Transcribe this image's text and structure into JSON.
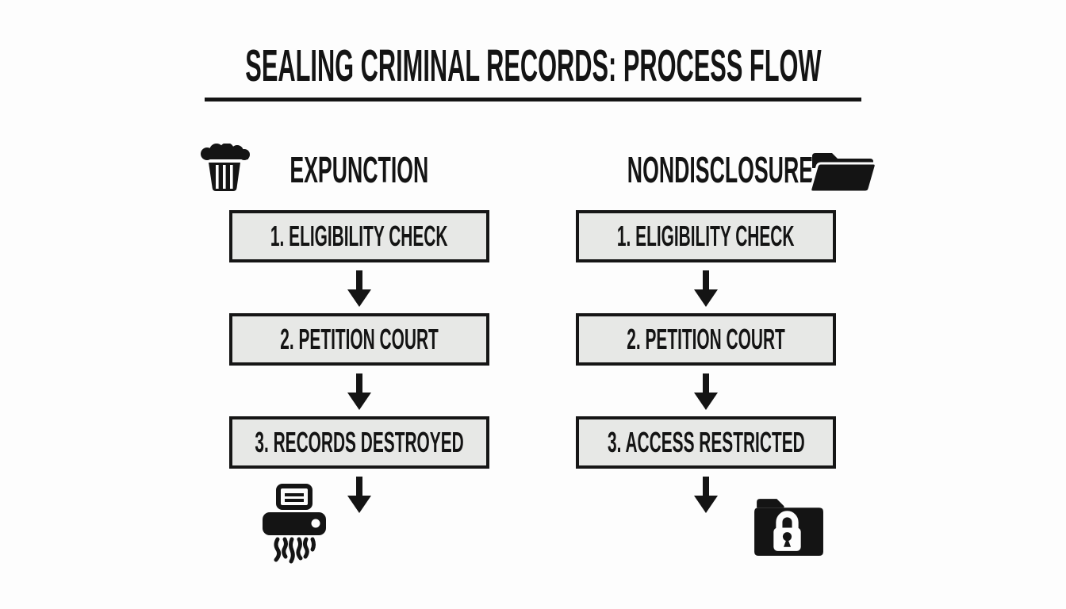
{
  "title": "SEALING CRIMINAL RECORDS: PROCESS FLOW",
  "colors": {
    "background": "#fdfdfd",
    "ink": "#141414",
    "box_fill": "#e7e8e6",
    "box_border": "#161616"
  },
  "columns": [
    {
      "label": "EXPUNCTION",
      "header_icon": "paper-wastebasket-icon",
      "steps": [
        "1. ELIGIBILITY CHECK",
        "2. PETITION COURT",
        "3. RECORDS DESTROYED"
      ],
      "outcome_icon": "paper-shredder-icon"
    },
    {
      "label": "NONDISCLOSURE",
      "header_icon": "open-folder-icon",
      "steps": [
        "1. ELIGIBILITY CHECK",
        "2. PETITION COURT",
        "3. ACCESS RESTRICTED"
      ],
      "outcome_icon": "locked-folder-icon"
    }
  ]
}
